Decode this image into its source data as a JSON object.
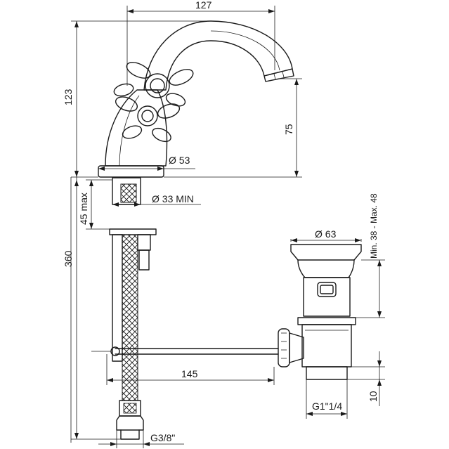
{
  "dimensions": {
    "spout_reach": "127",
    "overall_height": "123",
    "spout_height": "75",
    "base_diameter": "Ø 53",
    "hole_diameter": "Ø 33 MIN",
    "deck_thickness": "45 max",
    "hose_length": "360",
    "waste_diameter": "Ø 63",
    "waste_range": "Min. 38 - Max. 48",
    "rod_length": "145",
    "waste_thread": "G1\"1/4",
    "waste_tail": "10",
    "hose_thread": "G3/8\""
  },
  "colors": {
    "line": "#1a1a1a",
    "background": "#ffffff"
  }
}
